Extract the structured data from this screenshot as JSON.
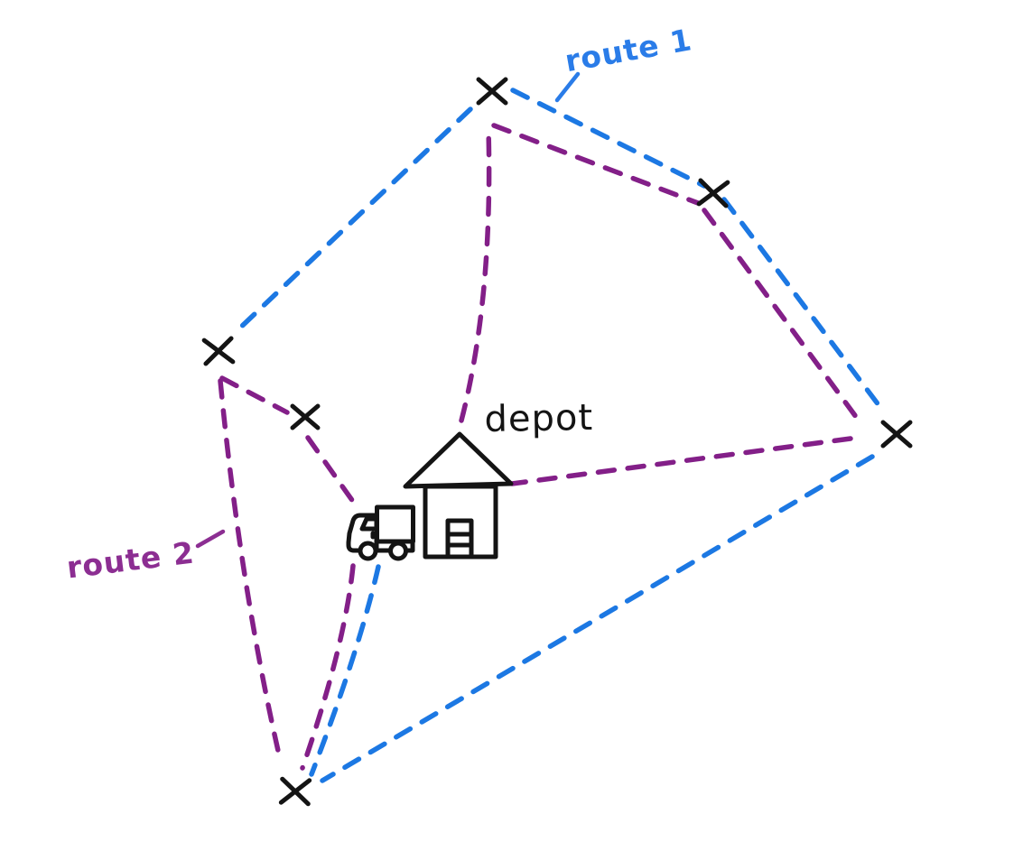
{
  "labels": {
    "route1": "route 1",
    "route2": "route 2",
    "depot": "depot"
  },
  "colors": {
    "background": "#ffffff",
    "route1": "#1c78e3",
    "route2": "#831f88",
    "route1_label": "#2a7ce8",
    "route2_label": "#8c2e92",
    "ink": "#141414"
  },
  "routes": [
    {
      "label": "route 1",
      "color": "#1c78e3",
      "line_style": "dashed"
    },
    {
      "label": "route 2",
      "color": "#831f88",
      "line_style": "dashed"
    }
  ],
  "markers": {
    "customer_symbol": "x",
    "customer_count": 6
  },
  "icons": {
    "depot": "house-icon",
    "vehicle": "delivery-truck-icon"
  }
}
